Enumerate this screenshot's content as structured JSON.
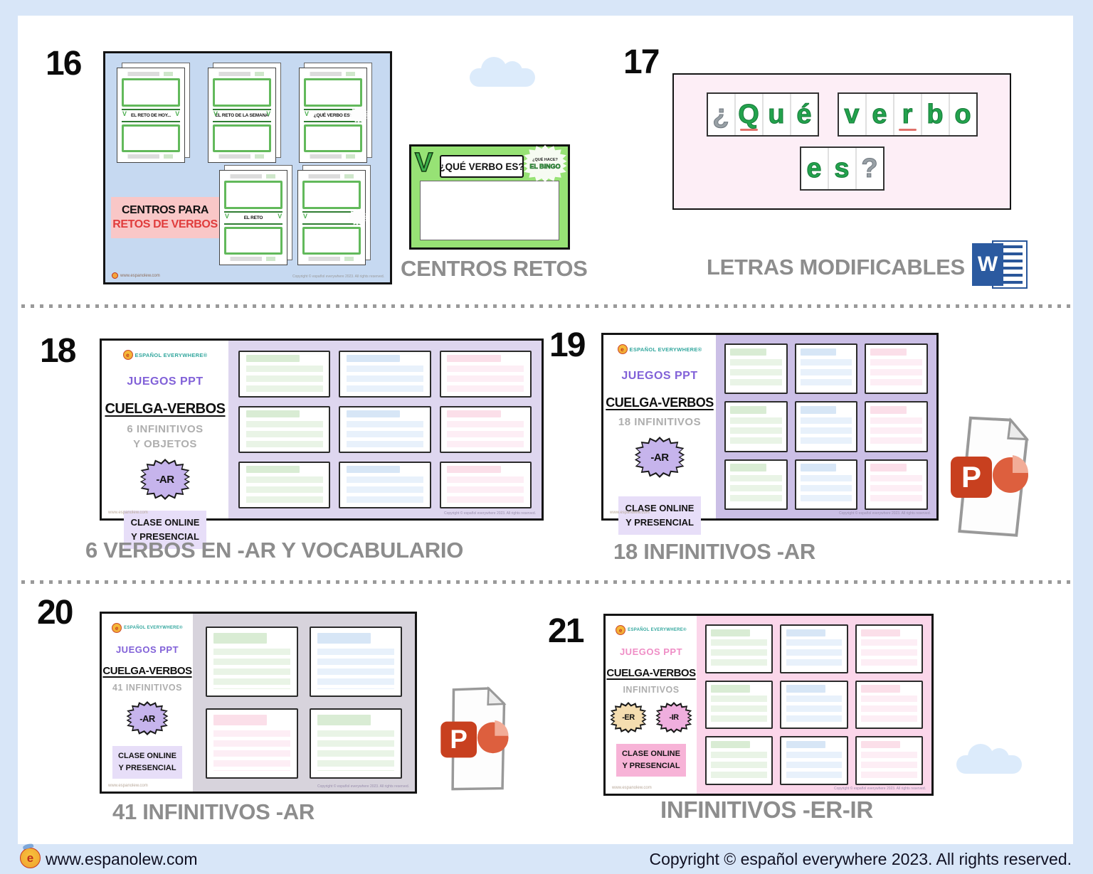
{
  "brand": {
    "logo_letter": "e",
    "logo_text": "ESPAÑOL EVERYWHERE®"
  },
  "icons": {
    "word_letter": "W",
    "powerpoint_letter": "P"
  },
  "footer": {
    "site": "www.espanolew.com",
    "copyright": "Copyright © español everywhere 2023. All rights reserved."
  },
  "colors": {
    "frame_blue": "#d8e6f8",
    "accent_purple": "#8161d8",
    "accent_pink": "#ef8ec6",
    "caption_gray": "#8d8d8d",
    "tile_green": "#23a24d",
    "word_blue": "#2b5aa0",
    "ppt_red": "#c8401f"
  },
  "item16": {
    "number": "16",
    "caption": "CENTROS RETOS",
    "board": {
      "label_line1": "CENTROS PARA",
      "label_line2": "RETOS DE VERBOS",
      "cards": [
        {
          "label": "EL RETO DE HOY..."
        },
        {
          "label": "EL RETO DE LA SEMANA"
        },
        {
          "label": "¿QUÉ VERBO ES?",
          "star": true
        },
        {
          "label": "EL RETO"
        },
        {
          "label": "",
          "star": true
        }
      ]
    },
    "green_card": {
      "letter": "V",
      "title": "¿QUÉ VERBO ES?",
      "star_line1": "¿QUÉ HACE?",
      "star_line2": "EL BINGO"
    }
  },
  "item17": {
    "number": "17",
    "caption": "LETRAS MODIFICABLES",
    "tile_groups": [
      [
        {
          "c": "¿",
          "muted": true
        },
        {
          "c": "Q",
          "u": true
        },
        {
          "c": "u"
        },
        {
          "c": "é"
        }
      ],
      [
        {
          "c": "v"
        },
        {
          "c": "e"
        },
        {
          "c": "r",
          "u": true
        },
        {
          "c": "b"
        },
        {
          "c": "o"
        }
      ],
      [
        {
          "c": "e"
        },
        {
          "c": "s"
        },
        {
          "c": "?",
          "muted": true
        }
      ]
    ]
  },
  "item18": {
    "number": "18",
    "caption": "6 VERBOS EN -AR Y VOCABULARIO",
    "panel": {
      "juegos": "JUEGOS PPT",
      "title": "CUELGA-VERBOS",
      "sub1": "6 INFINITIVOS",
      "sub2": "Y OBJETOS",
      "burst": "-AR",
      "box_line1": "CLASE ONLINE",
      "box_line2": "Y PRESENCIAL"
    }
  },
  "item19": {
    "number": "19",
    "caption": "18 INFINITIVOS -AR",
    "panel": {
      "juegos": "JUEGOS PPT",
      "title": "CUELGA-VERBOS",
      "sub1": "18 INFINITIVOS",
      "burst": "-AR",
      "box_line1": "CLASE ONLINE",
      "box_line2": "Y PRESENCIAL"
    }
  },
  "item20": {
    "number": "20",
    "caption": "41 INFINITIVOS -AR",
    "panel": {
      "juegos": "JUEGOS PPT",
      "title": "CUELGA-VERBOS",
      "sub1": "41 INFINITIVOS",
      "burst": "-AR",
      "box_line1": "CLASE ONLINE",
      "box_line2": "Y PRESENCIAL"
    }
  },
  "item21": {
    "number": "21",
    "caption": "INFINITIVOS -ER-IR",
    "panel": {
      "juegos": "JUEGOS PPT",
      "title": "CUELGA-VERBOS",
      "sub1": "INFINITIVOS",
      "burst_er": "-ER",
      "burst_ir": "-IR",
      "box_line1": "CLASE ONLINE",
      "box_line2": "Y PRESENCIAL"
    }
  }
}
